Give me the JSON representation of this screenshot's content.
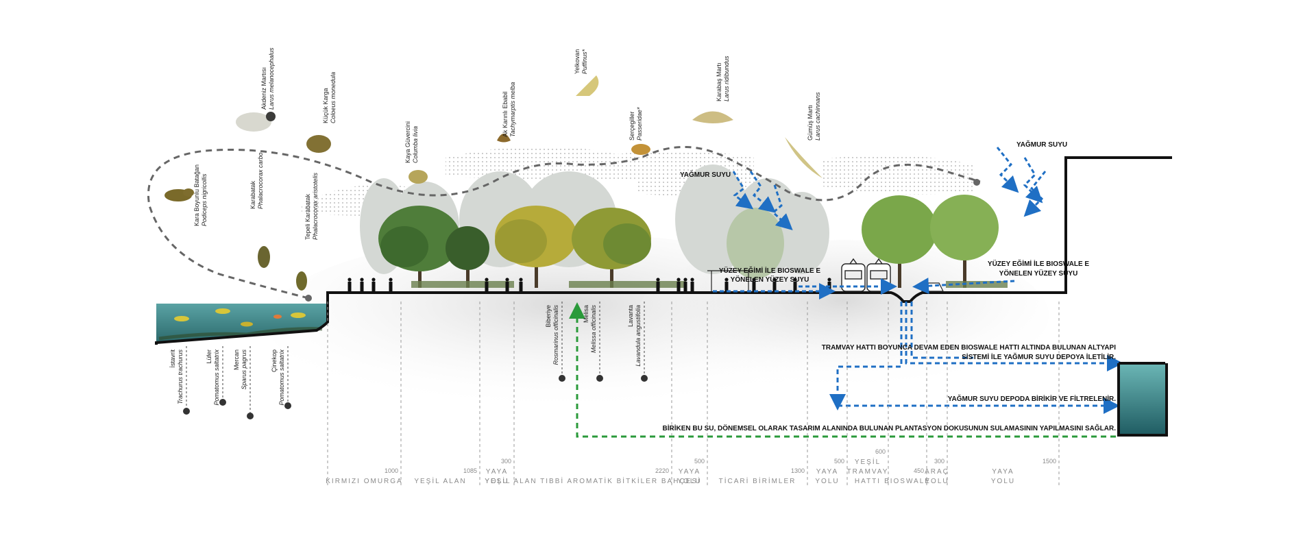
{
  "birds": [
    {
      "common": "Kara Boyunlu Batağan",
      "latin": "Podiceps nigricollis"
    },
    {
      "common": "Karabatak",
      "latin": "Phalacrocorax carbo"
    },
    {
      "common": "Tepeli Karabatak",
      "latin": "Phalacrocorax aristotelis"
    },
    {
      "common": "Akdeniz Martısı",
      "latin": "Larus melanocephalus"
    },
    {
      "common": "Küçük Karga",
      "latin": "Coloeus monedula"
    },
    {
      "common": "Kaya Güvercini",
      "latin": "Columba livia"
    },
    {
      "common": "Ak Karınlı Ebabil",
      "latin": "Tachymarptis melba"
    },
    {
      "common": "Yelkovan",
      "latin": "Puffinus*"
    },
    {
      "common": "Serçegiller",
      "latin": "Passeridae*"
    },
    {
      "common": "Karabaş Martı",
      "latin": "Larus ridibundus"
    },
    {
      "common": "Gümüş Martı",
      "latin": "Larus cachinnans"
    }
  ],
  "fish": [
    {
      "common": "İstavrit",
      "latin": "Trachurus trachurus"
    },
    {
      "common": "Lüfer",
      "latin": "Pomatomus saltatrix"
    },
    {
      "common": "Mercan",
      "latin": "Sparus pagrus"
    },
    {
      "common": "Çinekop",
      "latin": "Pomatomus saltatrix"
    }
  ],
  "plants": [
    {
      "common": "Biberiye",
      "latin": "Rosmarinus officinalis"
    },
    {
      "common": "Melisa",
      "latin": "Melissa officinalis"
    },
    {
      "common": "Lavanta",
      "latin": "Lavandula angustifolia"
    }
  ],
  "annotations": {
    "rain_1": "YAĞMUR SUYU",
    "rain_2": "YAĞMUR SUYU",
    "surface_1": [
      "YÜZEY EĞİMİ İLE BIOSWALE E",
      "YÖNELEN YÜZEY SUYU"
    ],
    "surface_2": [
      "YÜZEY EĞİMİ İLE BIOSWALE E",
      "YÖNELEN YÜZEY SUYU"
    ],
    "bioswale": [
      "TRAMVAY HATTI BOYUNCA DEVAM EDEN BIOSWALE HATTI ALTINDA BULUNAN ALTYAPI",
      "SİSTEMİ İLE YAĞMUR SUYU DEPOYA İLETİLİR."
    ],
    "depot": "YAĞMUR SUYU DEPODA BİRİKİR VE FİLTRELENİR.",
    "irrigation": "BİRİKEN BU SU, DÖNEMSEL OLARAK TASARIM ALANINDA BULUNAN PLANTASYON DOKUSUNUN SULAMASININ YAPILMASINI SAĞLAR."
  },
  "zones": [
    {
      "num": "1000",
      "label": [
        "KIRMIZI OMURGA"
      ]
    },
    {
      "num": "1085",
      "label": [
        "YEŞİL ALAN"
      ]
    },
    {
      "num": "300",
      "label": [
        "YAYA",
        "YOLU"
      ]
    },
    {
      "num": "2220",
      "label": [
        "YEŞİL ALAN  TIBBİ AROMATİK BİTKİLER BAHÇESİ"
      ]
    },
    {
      "num": "500",
      "label": [
        "YAYA",
        "YOLU"
      ]
    },
    {
      "num": "1300",
      "label": [
        "TİCARİ BİRİMLER"
      ]
    },
    {
      "num": "500",
      "label": [
        "YAYA",
        "YOLU"
      ]
    },
    {
      "num": "600",
      "label": [
        "YEŞİL",
        "TRAMVAY",
        "HATTI"
      ]
    },
    {
      "num": "450",
      "label": [
        "BIOSWALE"
      ]
    },
    {
      "num": "300",
      "label": [
        "ARAÇ",
        "YOLU"
      ]
    },
    {
      "num": "1500",
      "label": [
        "YAYA",
        "YOLU"
      ]
    }
  ],
  "colors": {
    "rain": "#1f6fc4",
    "irrigation": "#2a9a3a",
    "ground": "#111111",
    "water": "#3e8f8c",
    "tree_green": "#6d9a3c",
    "tree_yellow": "#b9ae3c",
    "path": "#666666"
  }
}
